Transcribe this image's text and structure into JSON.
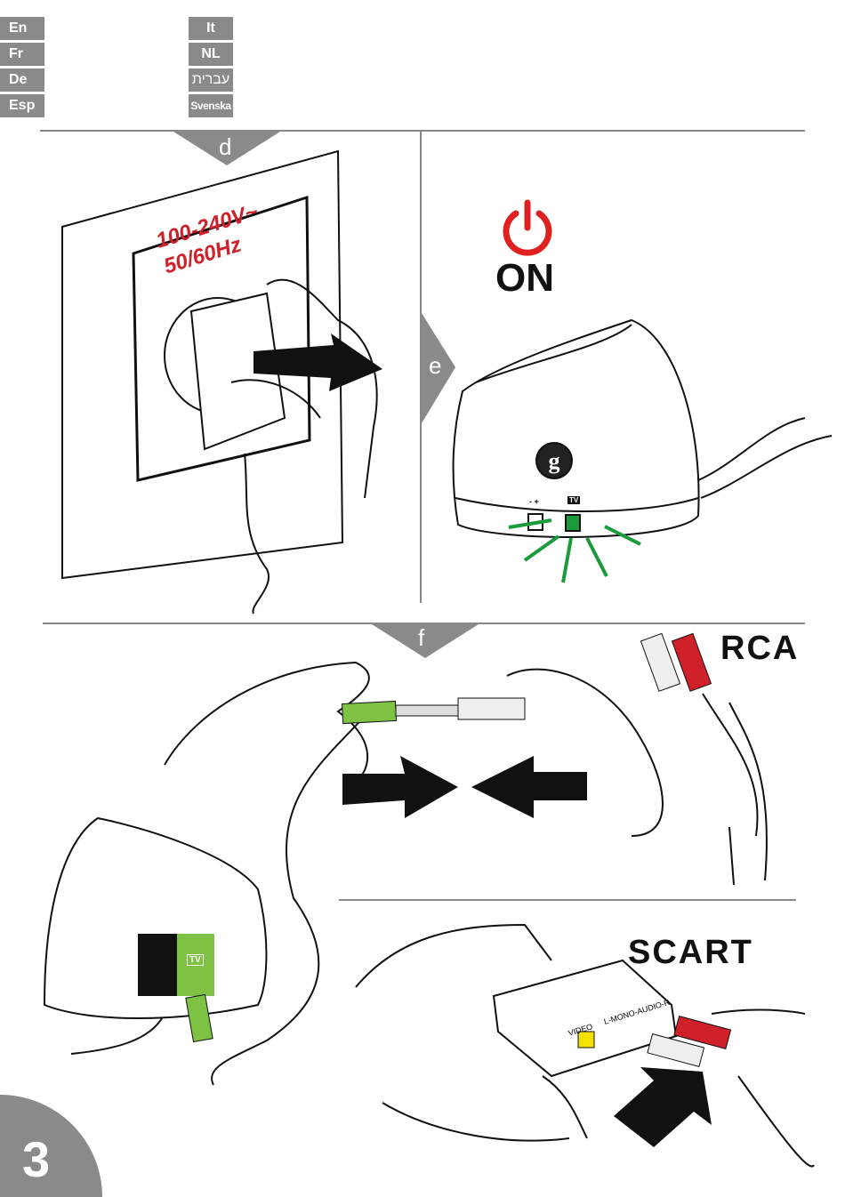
{
  "languages_left": [
    "En",
    "Fr",
    "De",
    "Esp"
  ],
  "languages_right": [
    "It",
    "NL",
    "עברית",
    "Svenska"
  ],
  "steps": {
    "d": "d",
    "e": "e",
    "f": "f"
  },
  "voltage": {
    "line1": "100-240V~",
    "line2": "50/60Hz"
  },
  "power_label": "ON",
  "rca_label": "RCA",
  "scart_label": "SCART",
  "scart_port_labels": {
    "video": "VIDEO",
    "audio": "L-MONO-AUDIO-R"
  },
  "device_port_labels": {
    "tv": "TV",
    "battery": "- +"
  },
  "page_number": "3",
  "colors": {
    "tab": "#8a8a8a",
    "power": "#e02020",
    "led": "#1a9a3a",
    "jack": "#7dc242",
    "rca_red": "#d0202a"
  }
}
